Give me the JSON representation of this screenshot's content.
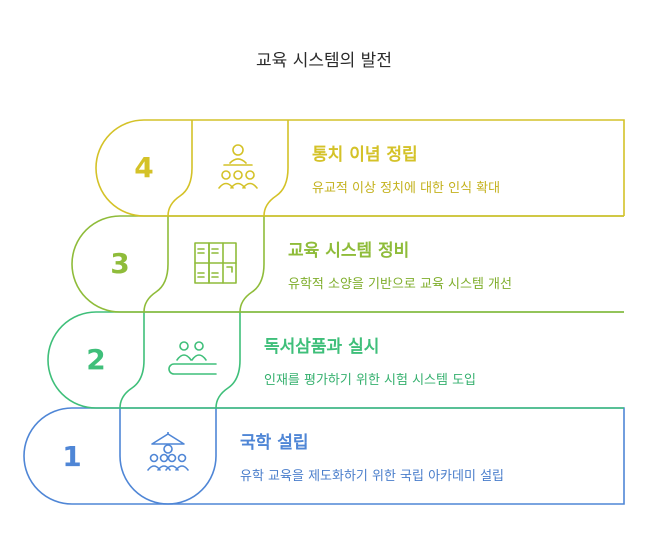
{
  "title": "교육 시스템의 발전",
  "steps": [
    {
      "number": "1",
      "heading": "국학 설립",
      "description": "유학 교육을 제도화하기 위한 국립 아카데미 설립",
      "icon": "scholars-icon",
      "color": "#4f86d6"
    },
    {
      "number": "2",
      "heading": "독서삼품과 실시",
      "description": "인재를 평가하기 위한 시험 시스템 도입",
      "icon": "people-desk-icon",
      "color": "#3fbf7a"
    },
    {
      "number": "3",
      "heading": "교육 시스템 정비",
      "description": "유학적 소양을 기반으로 교육 시스템 개선",
      "icon": "filing-cabinet-icon",
      "color": "#8fbc3a"
    },
    {
      "number": "4",
      "heading": "통치 이념 정립",
      "description": "유교적 이상 정치에 대한 인식 확대",
      "icon": "leader-group-icon",
      "color": "#d4c228"
    }
  ]
}
